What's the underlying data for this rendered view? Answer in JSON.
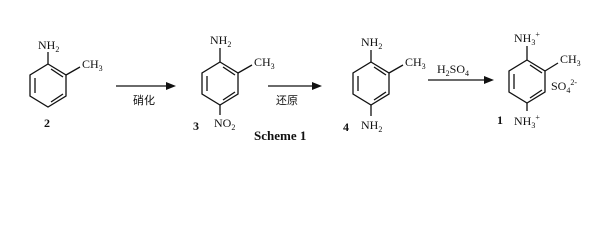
{
  "scheme_caption": "Scheme 1",
  "compounds": {
    "c2": {
      "number": "2",
      "nh2": "NH",
      "nh2_sub": "2",
      "methyl": "CH",
      "methyl_sub": "3"
    },
    "c3": {
      "number": "3",
      "nh2": "NH",
      "nh2_sub": "2",
      "methyl": "CH",
      "methyl_sub": "3",
      "nitro": "NO",
      "nitro_sub": "2"
    },
    "c4": {
      "number": "4",
      "nh2_top": "NH",
      "nh2_top_sub": "2",
      "methyl": "CH",
      "methyl_sub": "3",
      "nh2_bottom": "NH",
      "nh2_bottom_sub": "2"
    },
    "c1": {
      "number": "1",
      "nh3_top": "NH",
      "nh3_top_sub": "3",
      "nh3_top_sup": "+",
      "methyl": "CH",
      "methyl_sub": "3",
      "nh3_bottom": "NH",
      "nh3_bottom_sub": "3",
      "nh3_bottom_sup": "+",
      "sulfate": "SO",
      "sulfate_sub": "4",
      "sulfate_sup": "2-"
    }
  },
  "arrows": [
    {
      "label": "硝化"
    },
    {
      "label": "还原"
    },
    {
      "label": "H",
      "label_sub": "2",
      "label_rest": "SO",
      "label_rest_sub": "4"
    }
  ]
}
